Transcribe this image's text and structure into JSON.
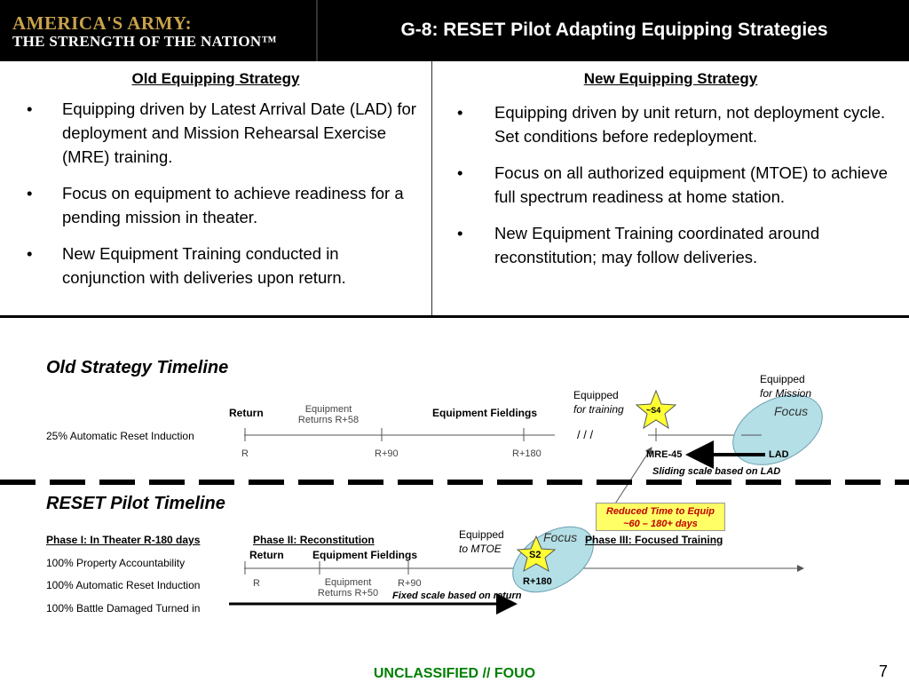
{
  "header": {
    "logo_line1": "AMERICA'S ARMY:",
    "logo_line2": "THE STRENGTH OF  THE NATION™",
    "title": "G-8: RESET Pilot Adapting Equipping Strategies"
  },
  "old_strategy": {
    "heading": "Old Equipping Strategy",
    "bullets": [
      "Equipping driven by Latest Arrival Date (LAD) for deployment and Mission Rehearsal Exercise (MRE) training.",
      "Focus on equipment to achieve readiness for a pending mission in theater.",
      "New Equipment Training conducted in conjunction with deliveries upon return."
    ]
  },
  "new_strategy": {
    "heading": "New Equipping Strategy",
    "bullets": [
      "Equipping driven by unit return, not deployment cycle. Set conditions before redeployment.",
      "Focus on all authorized equipment (MTOE) to achieve full spectrum readiness at home station.",
      "New Equipment Training coordinated around reconstitution; may follow deliveries."
    ]
  },
  "old_timeline": {
    "title": "Old Strategy Timeline",
    "return_label": "Return",
    "equip_returns_1": "Equipment",
    "equip_returns_2": "Returns R+58",
    "fieldings_label": "Equipment Fieldings",
    "equipped_training_1": "Equipped",
    "equipped_training_2": "for training",
    "equipped_mission_1": "Equipped",
    "equipped_mission_2": "for Mission",
    "focus_label": "Focus",
    "induction_label": "25% Automatic Reset Induction",
    "slashes": "/   /   /",
    "tick_r": "R",
    "tick_r90": "R+90",
    "tick_r180": "R+180",
    "star_label": "~S4",
    "mre_label": "MRE-45",
    "lad_label": "LAD",
    "sliding_note": "Sliding scale based on LAD"
  },
  "pilot_timeline": {
    "title": "RESET Pilot Timeline",
    "phase1": "Phase I: In Theater R-180 days",
    "phase2": "Phase II: Reconstitution",
    "phase3": "Phase III: Focused Training",
    "return_label": "Return",
    "fieldings_label": "Equipment Fieldings",
    "equipped_mtoe_1": "Equipped",
    "equipped_mtoe_2": "to MTOE",
    "focus_label": "Focus",
    "star_label": "S2",
    "r180_label": "R+180",
    "tick_r": "R",
    "equip_returns_1": "Equipment",
    "equip_returns_2": "Returns R+50",
    "tick_r90": "R+90",
    "fixed_note": "Fixed scale based on return",
    "accountability": "100% Property Accountability",
    "induction": "100% Automatic Reset Induction",
    "battle_damaged": "100% Battle Damaged Turned in",
    "callout_1": "Reduced Time to Equip",
    "callout_2": "~60 – 180+ days"
  },
  "footer": {
    "classification": "UNCLASSIFIED // FOUO",
    "page_number": "7"
  },
  "colors": {
    "logo_gold": "#c8a24a",
    "focus_fill": "#b4dfe6",
    "star_fill": "#ffff33",
    "callout_fill": "#ffff66",
    "callout_text": "#c00000",
    "footer_green": "#008000"
  }
}
